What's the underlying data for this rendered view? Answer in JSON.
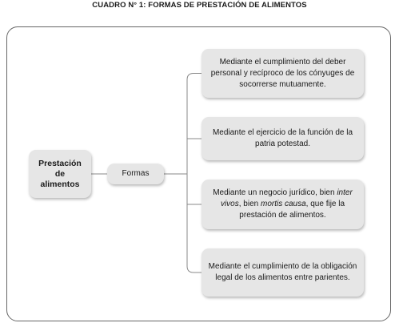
{
  "title": "CUADRO N° 1: FORMAS DE PRESTACIÓN DE ALIMENTOS",
  "root": {
    "line1": "Prestación",
    "line2": "de",
    "line3": "alimentos"
  },
  "middle": {
    "label": "Formas"
  },
  "leaves": [
    {
      "text": "Mediante el cumplimiento del deber personal y recíproco de los cónyuges de socorrerse mutuamente."
    },
    {
      "text": "Mediante el ejercicio de la función de la patria potestad."
    },
    {
      "pre": "Mediante un negocio jurídico, bien ",
      "italic1": "inter vivos",
      "mid": ", bien ",
      "italic2": "mortis causa",
      "post": ", que fije la prestación de alimentos."
    },
    {
      "text": "Mediante el cumplimiento de la obligación legal de los alimentos entre parientes."
    }
  ]
}
